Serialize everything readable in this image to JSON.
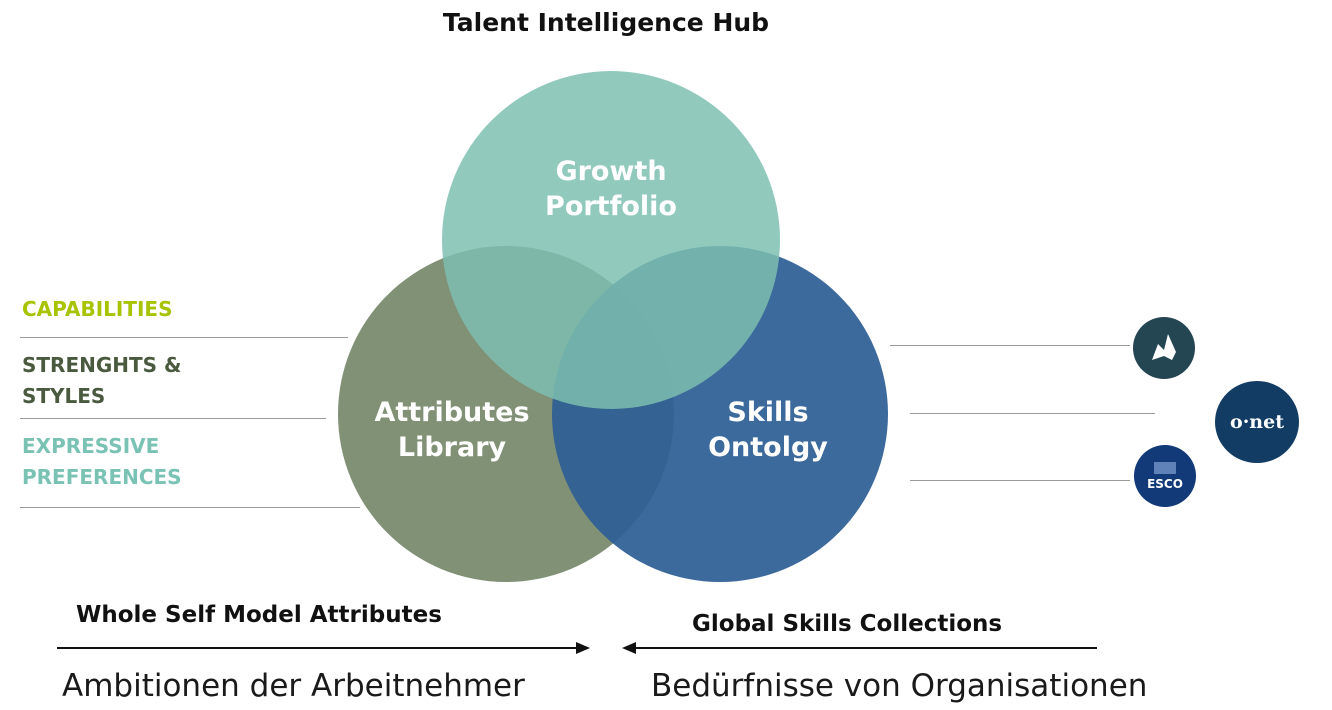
{
  "title": "Talent Intelligence Hub",
  "circles": {
    "top": {
      "line1": "Growth",
      "line2": "Portfolio",
      "color": "#7dbfb0"
    },
    "left": {
      "line1": "Attributes",
      "line2": "Library",
      "color": "#6b7f60"
    },
    "right": {
      "line1": "Skills",
      "line2": "Ontolgy",
      "color": "#2e5f95"
    }
  },
  "left_labels": [
    {
      "line1": "CAPABILITIES",
      "line2": "",
      "color": "#a8c300"
    },
    {
      "line1": "STRENGHTS &",
      "line2": "STYLES",
      "color": "#4a5a3e"
    },
    {
      "line1": "EXPRESSIVE",
      "line2": "PREFERENCES",
      "color": "#79c2b4"
    }
  ],
  "logos": {
    "logo1": {
      "icon": "abstract-shape-logo",
      "color": "#244653"
    },
    "logo2": {
      "text": "o·net",
      "icon": "onet-logo",
      "color": "#123c63"
    },
    "logo3": {
      "text": "ESCO",
      "icon": "esco-logo",
      "color": "#123a78"
    }
  },
  "bottom": {
    "left_heading": "Whole Self Model Attributes",
    "right_heading": "Global Skills Collections",
    "left_subtitle": "Ambitionen der Arbeitnehmer",
    "right_subtitle": "Bedürfnisse von Organisationen"
  }
}
